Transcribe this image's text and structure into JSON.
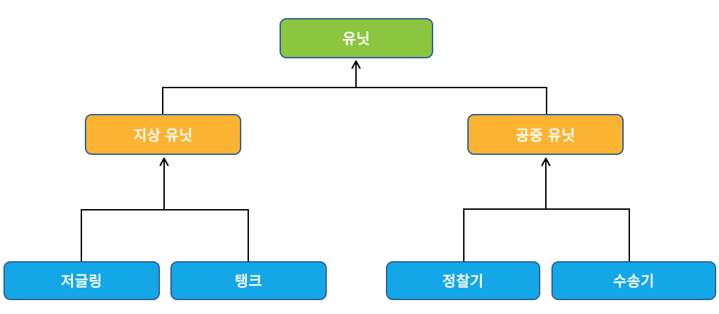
{
  "diagram": {
    "type": "hierarchy-tree",
    "arrow_direction": "child-points-up-to-parent",
    "nodes": {
      "root": {
        "id": "unit",
        "label": "유닛",
        "level": 1,
        "fill": "#8CC63F"
      },
      "ground": {
        "id": "ground-unit",
        "label": "지상 유닛",
        "level": 2,
        "fill": "#FCB331",
        "parent": "유닛"
      },
      "air": {
        "id": "air-unit",
        "label": "공중 유닛",
        "level": 2,
        "fill": "#FCB331",
        "parent": "유닛"
      },
      "zergling": {
        "id": "zergling",
        "label": "저글링",
        "level": 3,
        "fill": "#14A7E8",
        "parent": "지상 유닛"
      },
      "tank": {
        "id": "tank",
        "label": "탱크",
        "level": 3,
        "fill": "#14A7E8",
        "parent": "지상 유닛"
      },
      "scout": {
        "id": "scout-plane",
        "label": "정찰기",
        "level": 3,
        "fill": "#14A7E8",
        "parent": "공중 유닛"
      },
      "transport": {
        "id": "transport-plane",
        "label": "수송기",
        "level": 3,
        "fill": "#14A7E8",
        "parent": "공중 유닛"
      }
    },
    "edges": [
      {
        "from": "지상 유닛",
        "to": "유닛"
      },
      {
        "from": "공중 유닛",
        "to": "유닛"
      },
      {
        "from": "저글링",
        "to": "지상 유닛"
      },
      {
        "from": "탱크",
        "to": "지상 유닛"
      },
      {
        "from": "정찰기",
        "to": "공중 유닛"
      },
      {
        "from": "수송기",
        "to": "공중 유닛"
      }
    ],
    "colors": {
      "node_border": "#31609C",
      "connector_line": "#000000",
      "node_text": "#FFFFFF",
      "background": "#FFFFFF",
      "root_fill": "#8CC63F",
      "branch_fill": "#FCB331",
      "leaf_fill": "#14A7E8"
    }
  }
}
